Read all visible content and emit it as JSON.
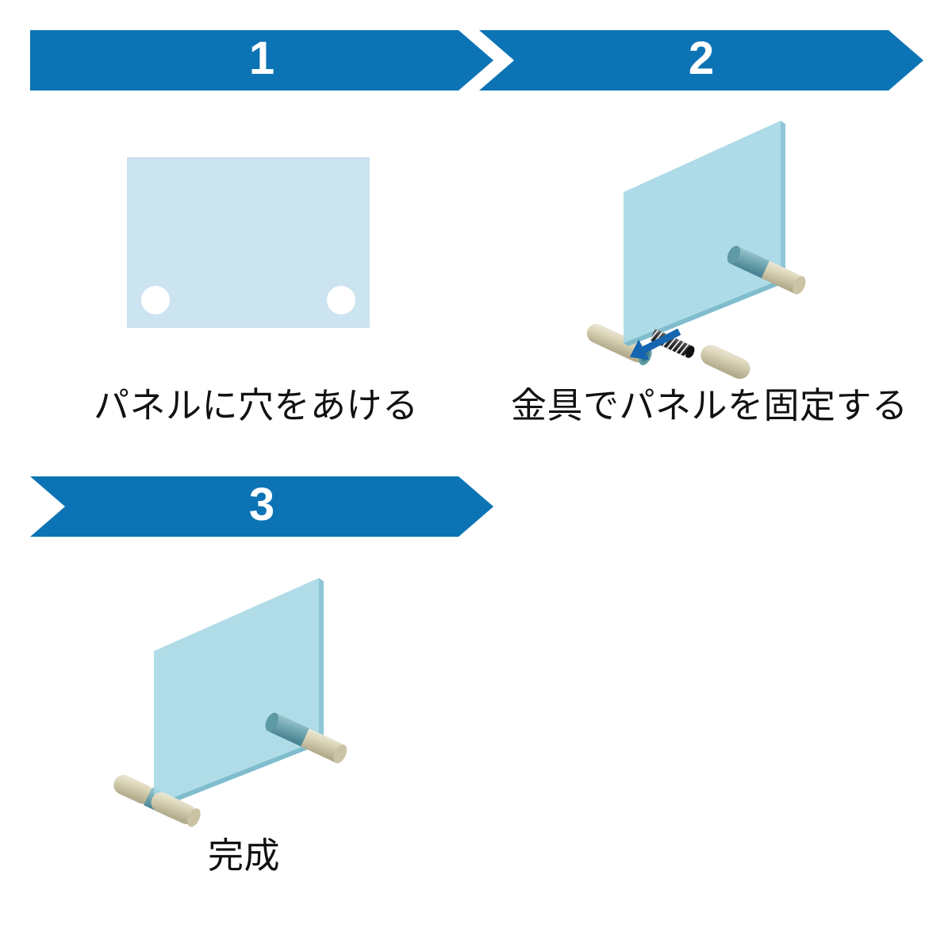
{
  "document": {
    "kind": "assembly-instruction-diagram",
    "language": "ja",
    "background_color": "#ffffff",
    "banner_color": "#0c74b4",
    "banner_number_color": "#ffffff",
    "caption_color": "#111111"
  },
  "steps": [
    {
      "number": "1",
      "caption": "パネルに穴をあける",
      "illustration": "flat-panel-with-two-holes",
      "panel_color": "#cce3f0",
      "hole_color": "#ffffff"
    },
    {
      "number": "2",
      "caption": "金具でパネルを固定する",
      "illustration": "panel-with-legs-and-exploded-screw",
      "panel_color": "#a4d7e4",
      "leg_beige_color": "#d8d2b4",
      "leg_teal_color": "#74aab4",
      "screw_color": "#3a3a3a",
      "arrow_color": "#1565b0"
    },
    {
      "number": "3",
      "caption": "完成",
      "illustration": "completed-panel-with-both-legs",
      "panel_color": "#a4d7e4",
      "leg_beige_color": "#d8d2b4",
      "leg_teal_color": "#74aab4"
    }
  ]
}
